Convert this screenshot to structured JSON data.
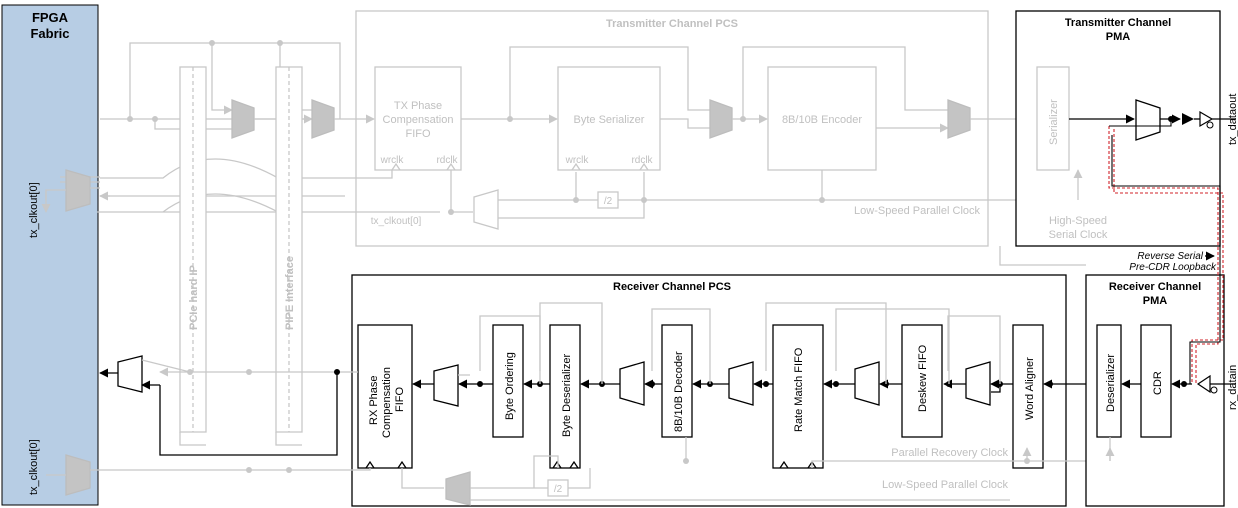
{
  "fpga_fabric": {
    "title_line1": "FPGA",
    "title_line2": "Fabric",
    "tx_clk_label_top": "tx_clkout[0]",
    "tx_clk_label_bottom": "tx_clkout[0]"
  },
  "tx_pcs": {
    "title": "Transmitter Channel PCS",
    "tx_phase_fifo_line1": "TX Phase",
    "tx_phase_fifo_line2": "Compensation",
    "tx_phase_fifo_line3": "FIFO",
    "wrclk": "wrclk",
    "rdclk": "rdclk",
    "byte_serializer": "Byte Serializer",
    "byte_serializer_wrclk": "wrclk",
    "byte_serializer_rdclk": "rdclk",
    "encoder": "8B/10B Encoder",
    "div2": "/2",
    "tx_clkout_label": "tx_clkout[0]",
    "low_speed_clock": "Low-Speed Parallel Clock"
  },
  "pcie_hard_ip": "PCIe hard IP",
  "pipe_interface": "PIPE Interface",
  "tx_pma": {
    "title_line1": "Transmitter Channel",
    "title_line2": "PMA",
    "serializer": "Serializer",
    "hs_clock_line1": "High-Speed",
    "hs_clock_line2": "Serial Clock",
    "tx_dataout": "tx_dataout"
  },
  "loopback": {
    "line1": "Reverse Serial",
    "line2": "Pre-CDR Loopback"
  },
  "rx_pcs": {
    "title": "Receiver Channel PCS",
    "rx_phase_fifo_line1": "RX Phase",
    "rx_phase_fifo_line2": "Compensation",
    "rx_phase_fifo_line3": "FIFO",
    "byte_ordering": "Byte Ordering",
    "byte_deserializer": "Byte Deserializer",
    "decoder": "8B/10B Decoder",
    "rate_match": "Rate Match FIFO",
    "deskew": "Deskew FIFO",
    "word_aligner": "Word Aligner",
    "div2": "/2",
    "parallel_recovery_clock": "Parallel Recovery Clock",
    "low_speed_clock": "Low-Speed Parallel Clock"
  },
  "rx_pma": {
    "title_line1": "Receiver Channel",
    "title_line2": "PMA",
    "deserializer": "Deserializer",
    "cdr": "CDR",
    "rx_datain": "rx_datain"
  },
  "colors": {
    "fabric_fill": "#b7cde4",
    "active": "#000000",
    "inactive": "#c8c8c8",
    "loopback": "#d2232a"
  }
}
